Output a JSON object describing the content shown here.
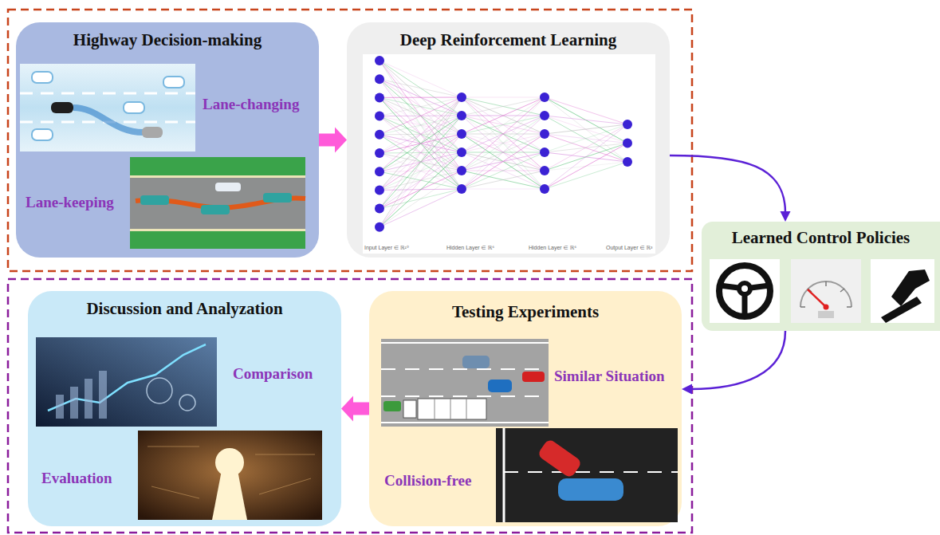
{
  "diagram": {
    "nodes": [
      {
        "text": [
          "Highway Decision-making",
          "Lane-changing",
          "Lane-keeping"
        ]
      },
      {
        "text": [
          "Deep Reinforcement Learning",
          "Input Layer ∈ ℝ¹⁰",
          "Hidden Layer ∈ ℝ⁶",
          "Hidden Layer ∈ ℝ⁶",
          "Output Layer ∈ ℝ³"
        ]
      },
      {
        "text": [
          "Learned Control Policies"
        ]
      },
      {
        "text": [
          "Discussion and Analyzation",
          "Comparison",
          "Evaluation"
        ]
      },
      {
        "text": [
          "Testing Experiments",
          "Similar Situation",
          "Collision-free"
        ]
      }
    ],
    "edges": [
      {
        "from": 0,
        "to": 1,
        "arrow": "to"
      },
      {
        "from": 1,
        "to": 2,
        "arrow": "to"
      },
      {
        "from": 2,
        "to": 4,
        "arrow": "to"
      },
      {
        "from": 4,
        "to": 3,
        "arrow": "to"
      }
    ]
  }
}
